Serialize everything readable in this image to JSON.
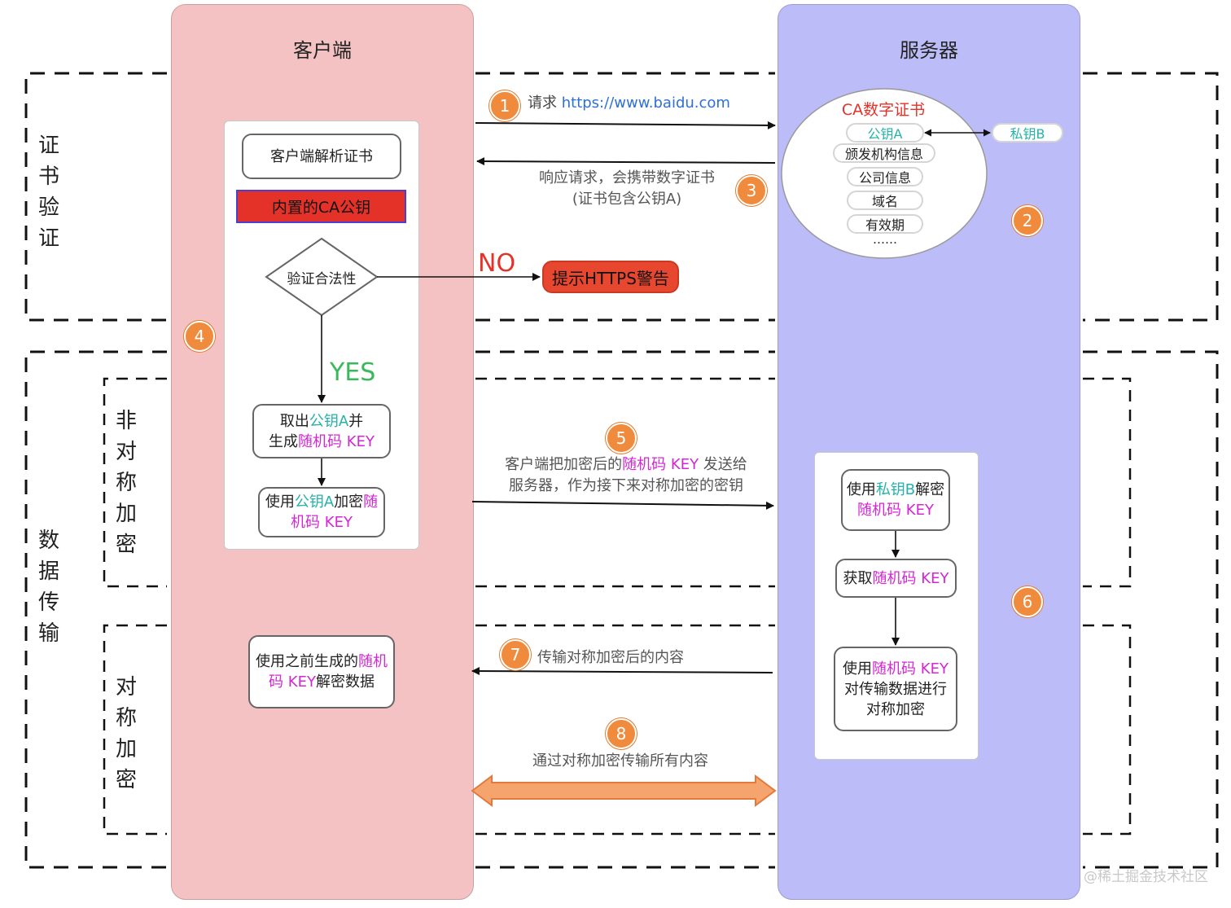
{
  "columns": {
    "client": "客户端",
    "server": "服务器"
  },
  "sections": {
    "cert": "证书验证",
    "transfer": "数据传输",
    "asym": "非对称加密",
    "sym": "对称加密"
  },
  "client": {
    "parse_cert": "客户端解析证书",
    "builtin_key": "内置的CA公钥",
    "verify": "验证合法性",
    "yes": "YES",
    "no": "NO",
    "warning": "提示HTTPS警告",
    "extract": {
      "p1": "取出",
      "k1": "公钥A",
      "p2": "并",
      "p3": "生成",
      "k2": "随机码 KEY"
    },
    "encrypt": {
      "p1": "使用",
      "k1": "公钥A",
      "p2": "加密",
      "k2": "随机码 KEY"
    },
    "decrypt": {
      "p1": "使用之前生成的",
      "k1": "随机码 KEY",
      "p2": "解密数据"
    }
  },
  "server": {
    "cert_title": "CA数字证书",
    "cert_items": [
      "公钥A",
      "颁发机构信息",
      "公司信息",
      "域名",
      "有效期",
      "……"
    ],
    "private_key": "私钥B",
    "decrypt": {
      "p1": "使用",
      "k1": "私钥B",
      "p2": "解密",
      "k2": "随机码 KEY"
    },
    "get": {
      "p1": "获取",
      "k1": "随机码 KEY"
    },
    "sym": {
      "p1": "使用",
      "k1": "随机码 KEY",
      "p2": "对传输数据进行",
      "p3": "对称加密"
    }
  },
  "steps": {
    "s1": {
      "n": "1",
      "prefix": "请求 ",
      "url": "https://www.baidu.com"
    },
    "s2": {
      "n": "2"
    },
    "s3": {
      "n": "3",
      "line1": "响应请求，会携带数字证书",
      "line2": "(证书包含公钥A)"
    },
    "s4": {
      "n": "4"
    },
    "s5": {
      "n": "5",
      "p1": "客户端把加密后的",
      "k1": "随机码 KEY",
      "p2": " 发送给",
      "line2": "服务器，作为接下来对称加密的密钥"
    },
    "s6": {
      "n": "6"
    },
    "s7": {
      "n": "7",
      "text": "传输对称加密后的内容"
    },
    "s8": {
      "n": "8",
      "text": "通过对称加密传输所有内容"
    }
  },
  "watermark": "@稀土掘金技术社区",
  "colors": {
    "client_bg": "#f4c2c2",
    "server_bg": "#bcbcf8",
    "badge": "#f08a3c",
    "key_teal": "#26b2a8",
    "key_magenta": "#d426d4",
    "alert_red": "#e53228"
  }
}
